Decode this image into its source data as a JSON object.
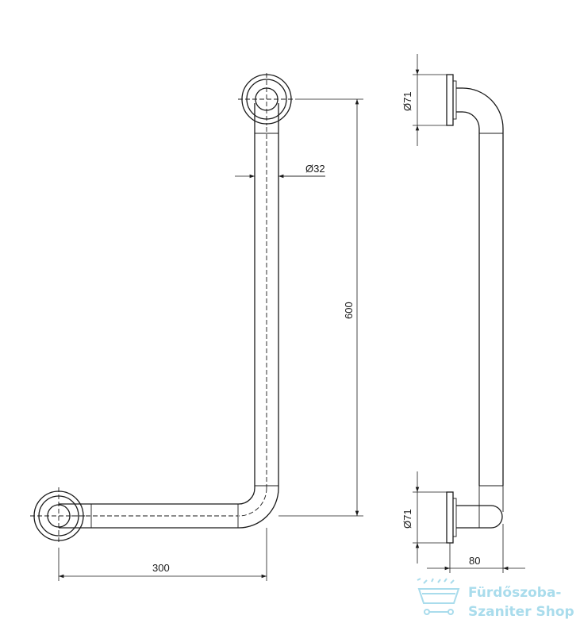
{
  "dimensions": {
    "pipe_diameter": "Ø32",
    "height": "600",
    "width": "300",
    "flange_top": "Ø71",
    "flange_bottom": "Ø71",
    "depth": "80"
  },
  "watermark": {
    "line1": "Fürdőszoba-",
    "line2": "Szaniter Shop"
  },
  "colors": {
    "line": "#1a1a1a",
    "watermark": "#a9dcec"
  }
}
